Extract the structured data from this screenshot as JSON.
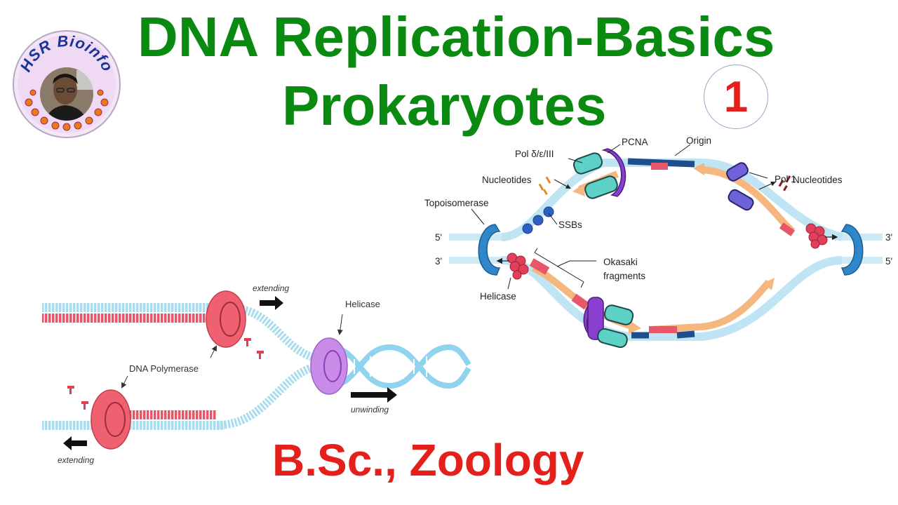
{
  "header": {
    "title_line1": "DNA Replication-Basics",
    "title_line2": "Prokaryotes",
    "episode_number": "1",
    "title_color": "#0b8a12",
    "number_color": "#e3201b"
  },
  "logo": {
    "text": "HSR Bioinfo",
    "icon": "channel-logo-portrait"
  },
  "footer": {
    "subtitle": "B.Sc., Zoology",
    "subtitle_color": "#e3201b"
  },
  "fork_diagram": {
    "labels": {
      "extending_top": "extending",
      "extending_bottom": "extending",
      "helicase": "Helicase",
      "dna_polymerase": "DNA Polymerase",
      "unwinding": "unwinding"
    }
  },
  "bubble_diagram": {
    "labels": {
      "pol": "Pol δ/ε/III",
      "pcna": "PCNA",
      "origin": "Origin",
      "pol1": "Pol 1",
      "nucleotides_left": "Nucleotides",
      "nucleotides_right": "Nucleotides",
      "topoisomerase": "Topoisomerase",
      "ssbs": "SSBs",
      "okazaki_line1": "Okasaki",
      "okazaki_line2": "fragments",
      "helicase": "Helicase",
      "end_5_left": "5'",
      "end_3_left": "3'",
      "end_3_right": "3'",
      "end_5_right": "5'"
    }
  },
  "colors": {
    "strand_blue": "#a8dcef",
    "strand_dark": "#1f4e8c",
    "new_strand": "#f5b77f",
    "primer": "#e8566a",
    "polymerase_teal": "#5ed1c6",
    "clamp_purple": "#8a3fd0",
    "topoisomerase": "#2f86c9",
    "ssb": "#2e5fc2",
    "pol1": "#6d62d8",
    "helicase_red": "#e0405a"
  }
}
